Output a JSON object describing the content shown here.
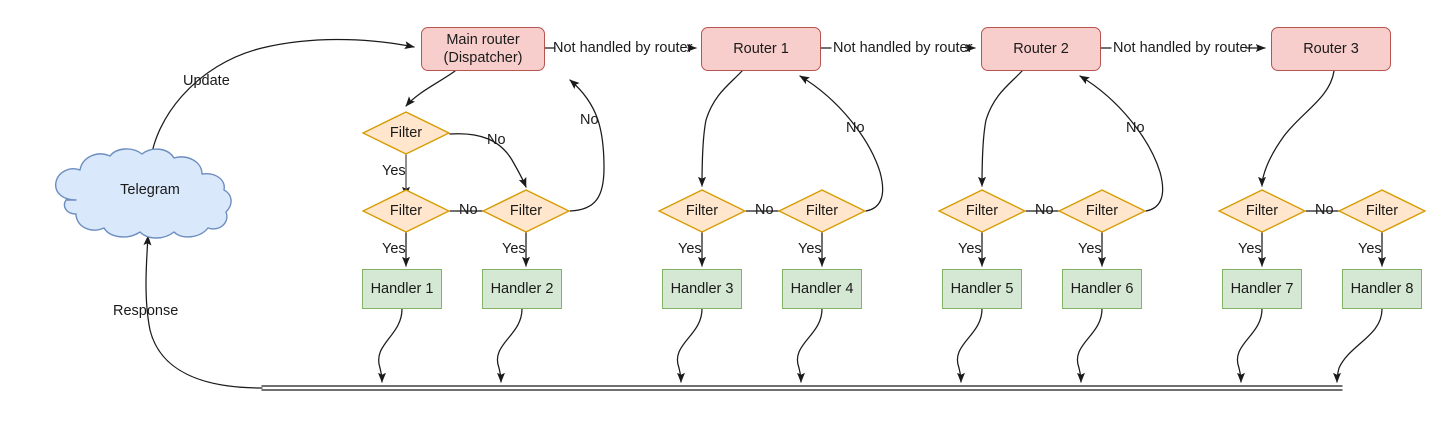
{
  "diagram": {
    "title": "aiogram update routing flow",
    "colors": {
      "router_fill": "#f8cecc",
      "router_stroke": "#b85450",
      "filter_fill": "#ffe6cc",
      "filter_stroke": "#d79b00",
      "handler_fill": "#d5e8d4",
      "handler_stroke": "#82b366",
      "cloud_fill": "#dae8fc",
      "cloud_stroke": "#6c8ebf",
      "edge": "#1a1a1a",
      "background": "#ffffff"
    },
    "cloud": {
      "label": "Telegram"
    },
    "routers": [
      {
        "id": "main-router",
        "line1": "Main router",
        "line2": "(Dispatcher)"
      },
      {
        "id": "router-1",
        "line1": "Router 1",
        "line2": ""
      },
      {
        "id": "router-2",
        "line1": "Router 2",
        "line2": ""
      },
      {
        "id": "router-3",
        "line1": "Router 3",
        "line2": ""
      }
    ],
    "filters": [
      {
        "id": "filter-a",
        "label": "Filter"
      },
      {
        "id": "filter-1",
        "label": "Filter"
      },
      {
        "id": "filter-2",
        "label": "Filter"
      },
      {
        "id": "filter-3",
        "label": "Filter"
      },
      {
        "id": "filter-4",
        "label": "Filter"
      },
      {
        "id": "filter-5",
        "label": "Filter"
      },
      {
        "id": "filter-6",
        "label": "Filter"
      },
      {
        "id": "filter-7",
        "label": "Filter"
      },
      {
        "id": "filter-8",
        "label": "Filter"
      }
    ],
    "handlers": [
      {
        "id": "handler-1",
        "label": "Handler 1"
      },
      {
        "id": "handler-2",
        "label": "Handler 2"
      },
      {
        "id": "handler-3",
        "label": "Handler 3"
      },
      {
        "id": "handler-4",
        "label": "Handler 4"
      },
      {
        "id": "handler-5",
        "label": "Handler 5"
      },
      {
        "id": "handler-6",
        "label": "Handler 6"
      },
      {
        "id": "handler-7",
        "label": "Handler 7"
      },
      {
        "id": "handler-8",
        "label": "Handler 8"
      }
    ],
    "edge_labels": {
      "update": "Update",
      "response": "Response",
      "not_handled_1": "Not handled by router",
      "not_handled_2": "Not handled by router",
      "not_handled_3": "Not handled by router",
      "yes": "Yes",
      "no": "No",
      "yes_list": [
        "Yes",
        "Yes",
        "Yes",
        "Yes",
        "Yes",
        "Yes",
        "Yes",
        "Yes",
        "Yes"
      ],
      "no_list": [
        "No",
        "No",
        "No",
        "No",
        "No",
        "No",
        "No",
        "No"
      ]
    }
  }
}
